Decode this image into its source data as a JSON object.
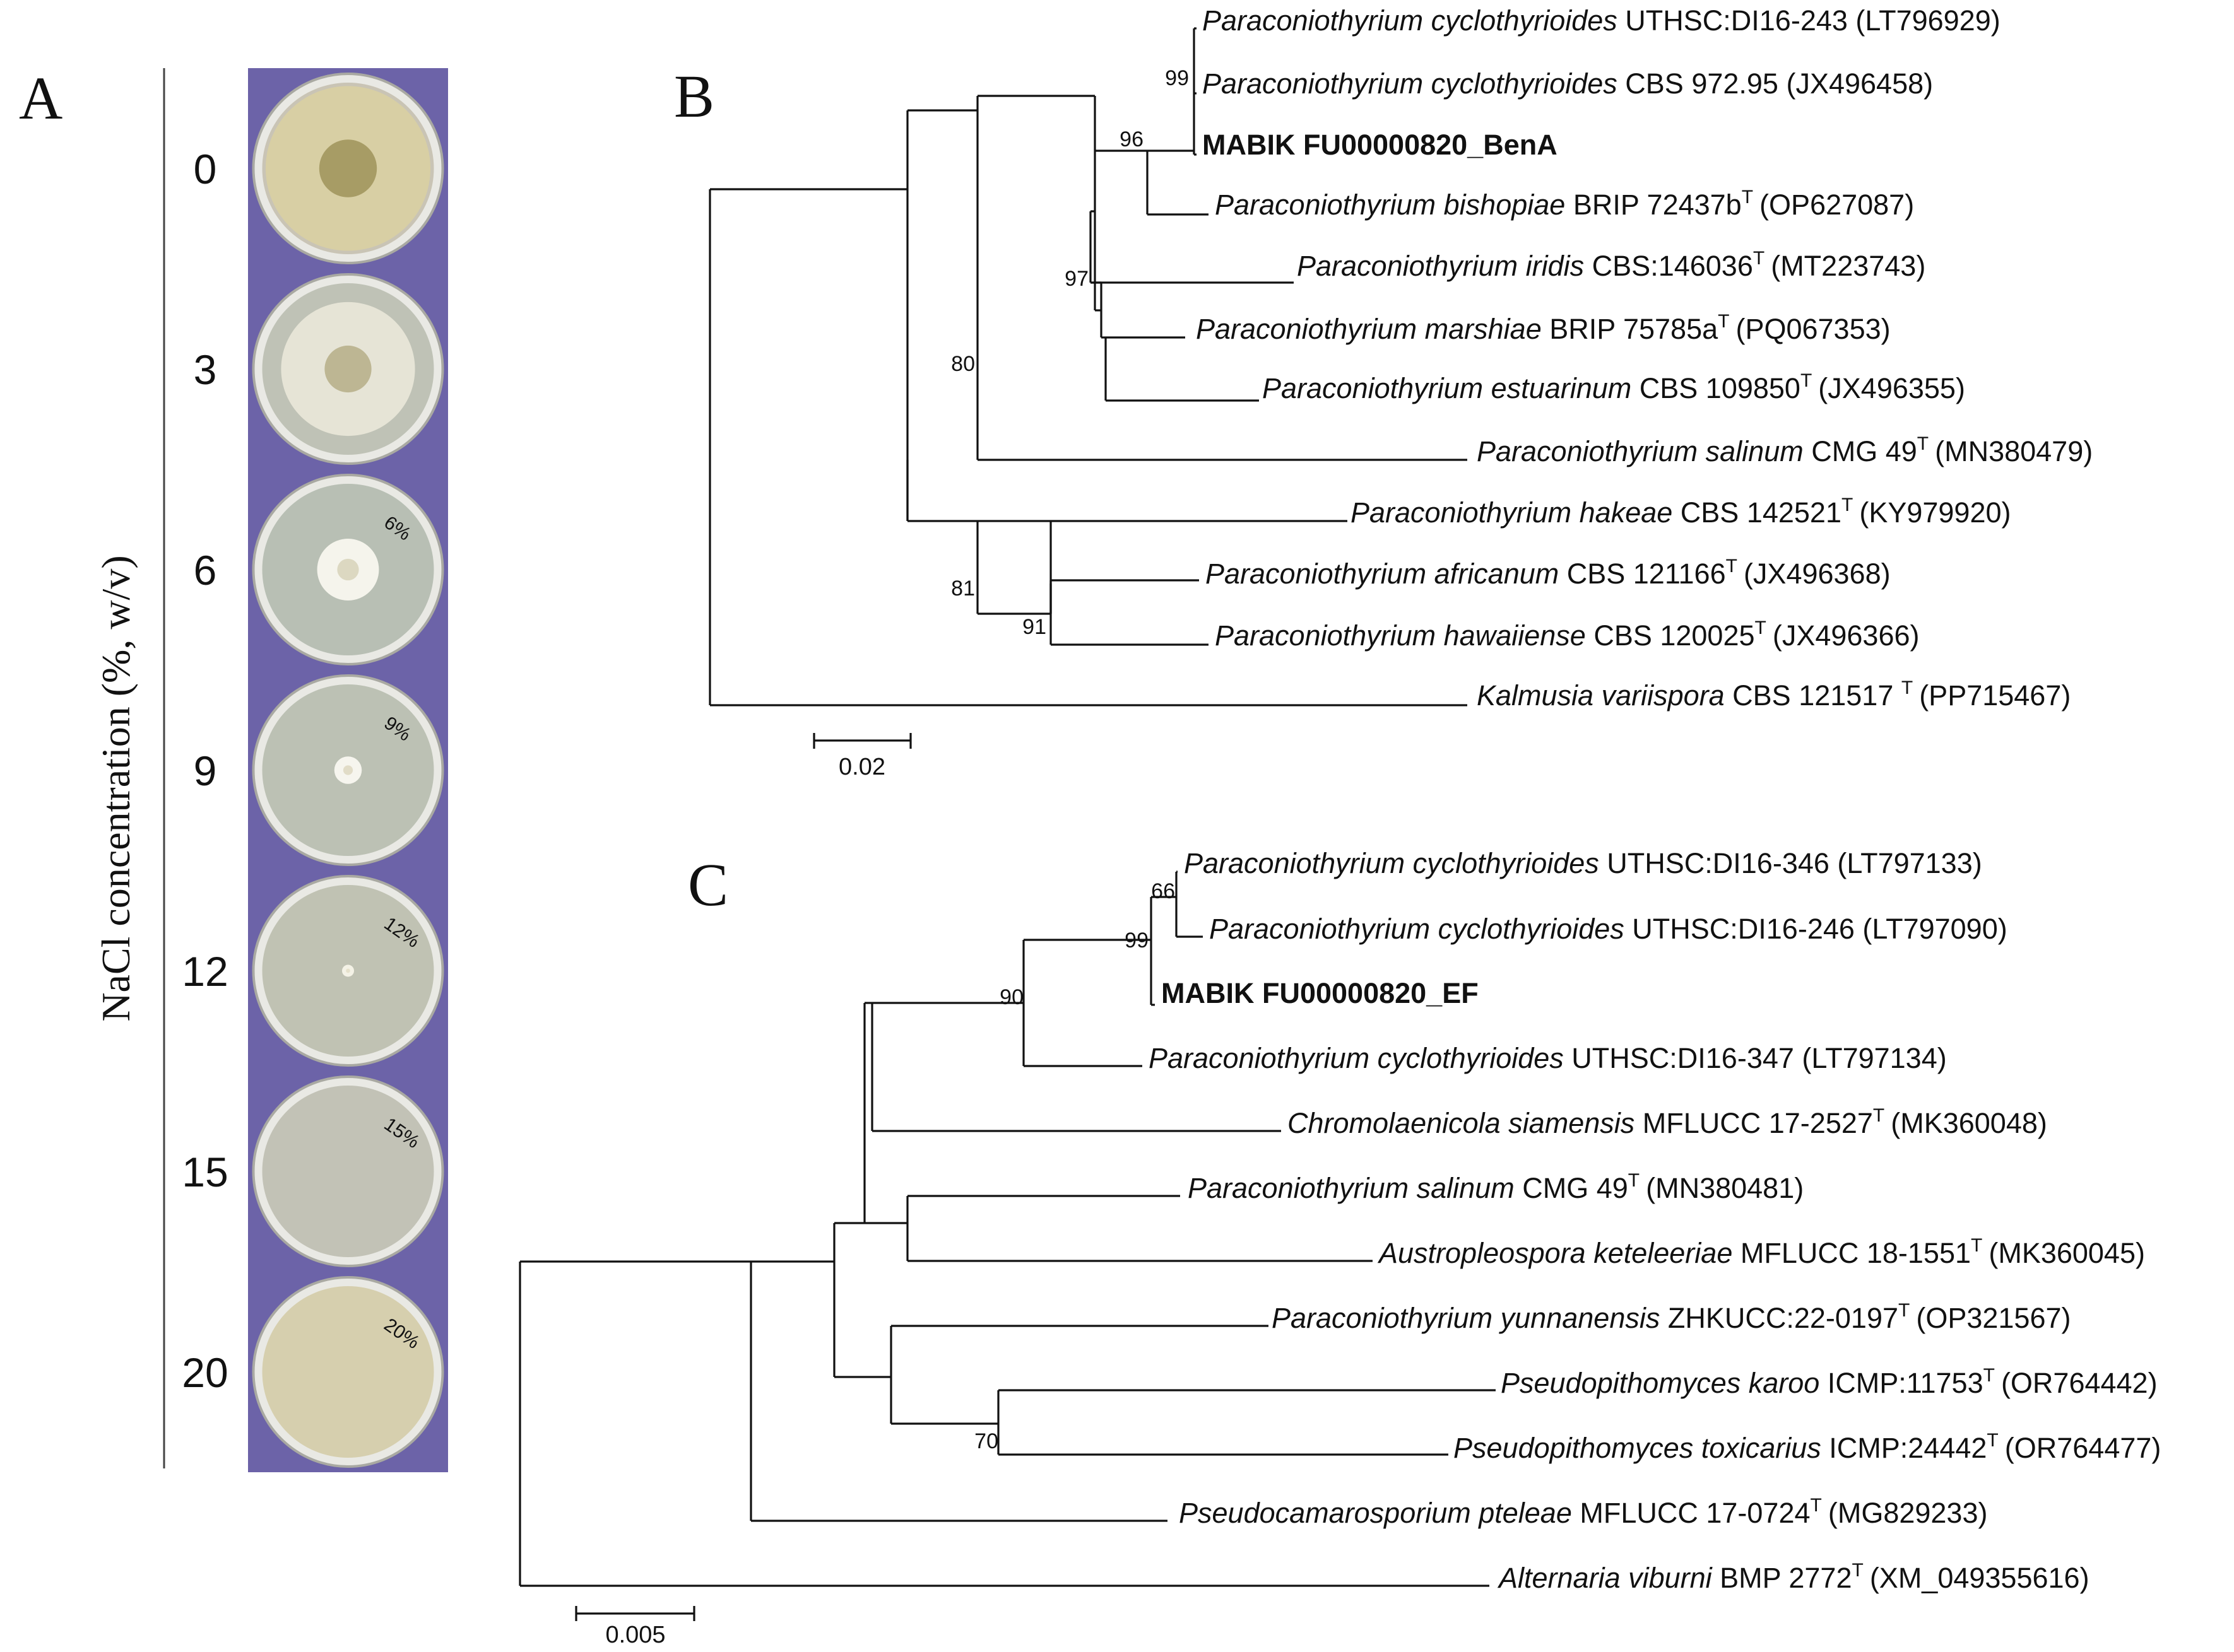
{
  "panel_a": {
    "letter": "A",
    "y_label": "NaCl concentration (%, w/v)",
    "plates": [
      {
        "concentration": "0",
        "colony_fraction": 0.96,
        "colony": "#d8cfa4",
        "center": "#9b8f55",
        "dish": "#c9c4b5"
      },
      {
        "concentration": "3",
        "colony_fraction": 0.78,
        "colony": "#e6e4d6",
        "center": "#b3aa82",
        "dish": "#bfc2b6"
      },
      {
        "concentration": "6",
        "colony_fraction": 0.36,
        "colony": "#f5f4ec",
        "center": "#d6d1b6",
        "dish": "#b8bfb4",
        "mark": "6%"
      },
      {
        "concentration": "9",
        "colony_fraction": 0.16,
        "colony": "#f6f5ee",
        "center": "#dcd6bd",
        "dish": "#bcc1b4",
        "mark": "9%"
      },
      {
        "concentration": "12",
        "colony_fraction": 0.07,
        "colony": "#f4f2e6",
        "center": "#e2dcc4",
        "dish": "#c0c2b3",
        "mark": "12%"
      },
      {
        "concentration": "15",
        "colony_fraction": 0.0,
        "colony": "#cfcfc3",
        "center": "#cfcfc3",
        "dish": "#c2c2b6",
        "mark": "15%"
      },
      {
        "concentration": "20",
        "colony_fraction": 0.0,
        "colony": "#d8d2b5",
        "center": "#d8d2b5",
        "dish": "#d6cfae",
        "mark": "20%"
      }
    ],
    "backdrop_color": "#6c63a8"
  },
  "panel_b": {
    "letter": "B",
    "scale_label": "0.02",
    "taxa": [
      {
        "genus": "Paraconiothyrium",
        "epithet": "cyclothyrioides",
        "strain": "UTHSC:DI16-243",
        "type": "",
        "accession": "(LT796929)"
      },
      {
        "genus": "Paraconiothyrium",
        "epithet": "cyclothyrioides",
        "strain": "CBS 972.95",
        "type": "",
        "accession": "(JX496458)"
      },
      {
        "bold_label": "MABIK FU00000820_BenA"
      },
      {
        "genus": "Paraconiothyrium",
        "epithet": "bishopiae",
        "strain": "BRIP 72437b",
        "type": "T",
        "accession": "(OP627087)"
      },
      {
        "genus": "Paraconiothyrium",
        "epithet": "iridis",
        "strain": "CBS:146036",
        "type": "T",
        "accession": "(MT223743)"
      },
      {
        "genus": "Paraconiothyrium",
        "epithet": "marshiae",
        "strain": "BRIP 75785a",
        "type": "T",
        "accession": "(PQ067353)"
      },
      {
        "genus": "Paraconiothyrium",
        "epithet": "estuarinum",
        "strain": "CBS 109850",
        "type": "T",
        "accession": "(JX496355)"
      },
      {
        "genus": "Paraconiothyrium",
        "epithet": "salinum",
        "strain": "CMG 49",
        "type": "T",
        "accession": "(MN380479)"
      },
      {
        "genus": "Paraconiothyrium",
        "epithet": "hakeae",
        "strain": "CBS 142521",
        "type": "T",
        "accession": "(KY979920)"
      },
      {
        "genus": "Paraconiothyrium",
        "epithet": "africanum",
        "strain": "CBS 121166",
        "type": "T",
        "accession": "(JX496368)"
      },
      {
        "genus": "Paraconiothyrium",
        "epithet": "hawaiiense",
        "strain": "CBS 120025",
        "type": "T",
        "accession": "(JX496366)"
      },
      {
        "genus": "Kalmusia",
        "epithet": "variispora",
        "strain": "CBS 121517 ",
        "type": "T",
        "accession": "(PP715467)"
      }
    ],
    "bootstrap": [
      "99",
      "96",
      "97",
      "80",
      "81",
      "91"
    ]
  },
  "panel_c": {
    "letter": "C",
    "scale_label": "0.005",
    "taxa": [
      {
        "genus": "Paraconiothyrium",
        "epithet": "cyclothyrioides",
        "strain": "UTHSC:DI16-346",
        "type": "",
        "accession": "(LT797133)"
      },
      {
        "genus": "Paraconiothyrium",
        "epithet": "cyclothyrioides",
        "strain": "UTHSC:DI16-246",
        "type": "",
        "accession": "(LT797090)"
      },
      {
        "bold_label": "MABIK FU00000820_EF"
      },
      {
        "genus": "Paraconiothyrium",
        "epithet": "cyclothyrioides",
        "strain": "UTHSC:DI16-347",
        "type": "",
        "accession": "(LT797134)"
      },
      {
        "genus": "Chromolaenicola",
        "epithet": "siamensis",
        "strain": "MFLUCC 17-2527",
        "type": "T",
        "accession": "(MK360048)"
      },
      {
        "genus": "Paraconiothyrium",
        "epithet": "salinum",
        "strain": "CMG 49",
        "type": "T",
        "accession": "(MN380481)"
      },
      {
        "genus": "Austropleospora",
        "epithet": "keteleeriae",
        "strain": "MFLUCC 18-1551",
        "type": "T",
        "accession": "(MK360045)"
      },
      {
        "genus": "Paraconiothyrium",
        "epithet": "yunnanensis",
        "strain": "ZHKUCC:22-0197",
        "type": "T",
        "accession": "(OP321567)"
      },
      {
        "genus": "Pseudopithomyces",
        "epithet": "karoo",
        "strain": "ICMP:11753",
        "type": "T",
        "accession": "(OR764442)"
      },
      {
        "genus": "Pseudopithomyces",
        "epithet": "toxicarius",
        "strain": "ICMP:24442",
        "type": "T",
        "accession": "(OR764477)"
      },
      {
        "genus": "Pseudocamarosporium",
        "epithet": "pteleae",
        "strain": "MFLUCC 17-0724",
        "type": "T",
        "accession": "(MG829233)"
      },
      {
        "genus": "Alternaria",
        "epithet": "viburni",
        "strain": "BMP 2772",
        "type": "T",
        "accession": "(XM_049355616)"
      }
    ],
    "bootstrap": [
      "66",
      "99",
      "90",
      "70"
    ]
  }
}
